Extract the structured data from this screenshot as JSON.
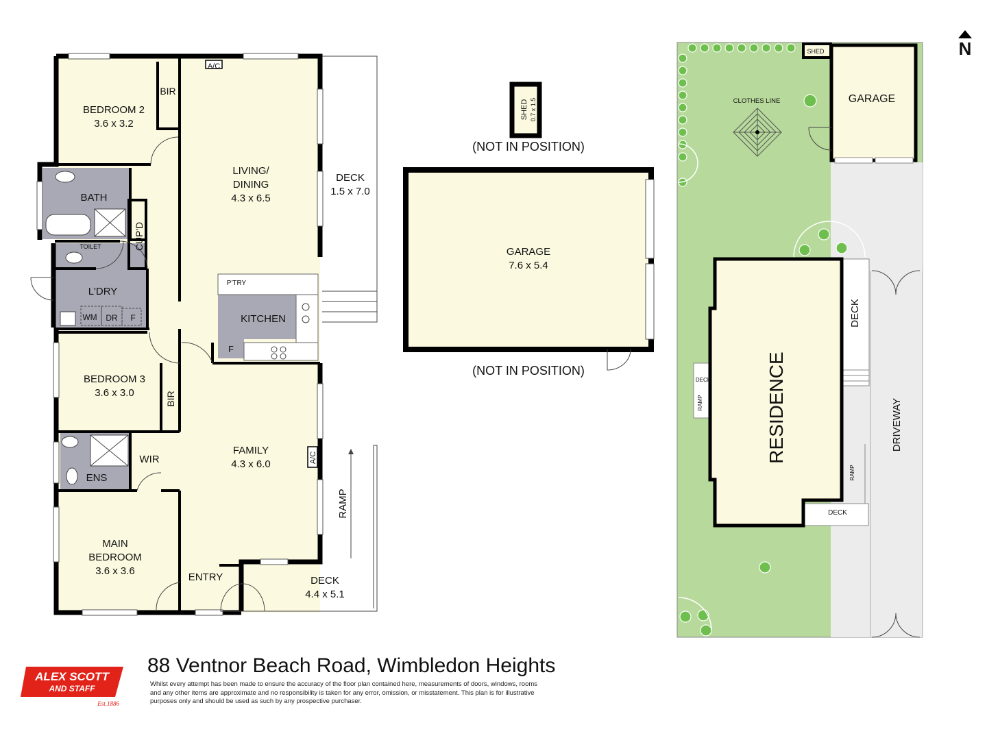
{
  "plan": {
    "rooms": {
      "bedroom2": {
        "name": "BEDROOM 2",
        "dims": "3.6 x 3.2"
      },
      "bir1": "BIR",
      "ac1": "A/C",
      "living": {
        "name1": "LIVING/",
        "name2": "DINING",
        "dims": "4.3 x 6.5"
      },
      "deck1": {
        "name": "DECK",
        "dims": "1.5 x 7.0"
      },
      "bath": "BATH",
      "cupd": "CUP'D",
      "toilet": "TOILET",
      "ldry": "L'DRY",
      "wm": "WM",
      "dr": "DR",
      "f1": "F",
      "ptry": "P'TRY",
      "kitchen": "KITCHEN",
      "f2": "F",
      "bedroom3": {
        "name": "BEDROOM 3",
        "dims": "3.6 x 3.0"
      },
      "bir2": "BIR",
      "family": {
        "name": "FAMILY",
        "dims": "4.3 x 6.0"
      },
      "ac2": "A/C",
      "wir": "WIR",
      "ens": "ENS",
      "ramp": "RAMP",
      "main": {
        "name1": "MAIN",
        "name2": "BEDROOM",
        "dims": "3.6 x 3.6"
      },
      "entry": "ENTRY",
      "deck2": {
        "name": "DECK",
        "dims": "4.4 x 5.1"
      }
    },
    "outbuildings": {
      "shed_name": "SHED",
      "shed_dims": "0.7 x 1.5",
      "shed_note": "(NOT IN POSITION)",
      "garage_name": "GARAGE",
      "garage_dims": "7.6 x 5.4",
      "garage_note": "(NOT IN POSITION)"
    },
    "site": {
      "shed": "SHED",
      "clothes_line": "CLOTHES LINE",
      "garage": "GARAGE",
      "deck_east": "DECK",
      "deck_west": "DECK",
      "ramp_west": "RAMP",
      "residence": "RESIDENCE",
      "driveway": "DRIVEWAY",
      "ramp_east": "RAMP",
      "deck_south": "DECK",
      "north": "N"
    }
  },
  "footer": {
    "address": "88 Ventnor Beach Road, Wimbledon Heights",
    "disclaimer": "Whilst every attempt has been made to ensure the accuracy of the floor plan contained here, measurements of doors, windows, rooms and any other items are approximate and no responsibility is taken for any error, omission, or misstatement. This plan is for illustrative purposes only and should be used as such by any prospective purchaser.",
    "logo_line1": "ALEX SCOTT",
    "logo_line2": "AND STAFF",
    "logo_est": "Est.1886"
  },
  "colors": {
    "room_fill": "#fbf9df",
    "wet_fill": "#a9a9b5",
    "lawn": "#b7d99b",
    "tree": "#6fbf4e",
    "logo_red": "#e2231a"
  }
}
